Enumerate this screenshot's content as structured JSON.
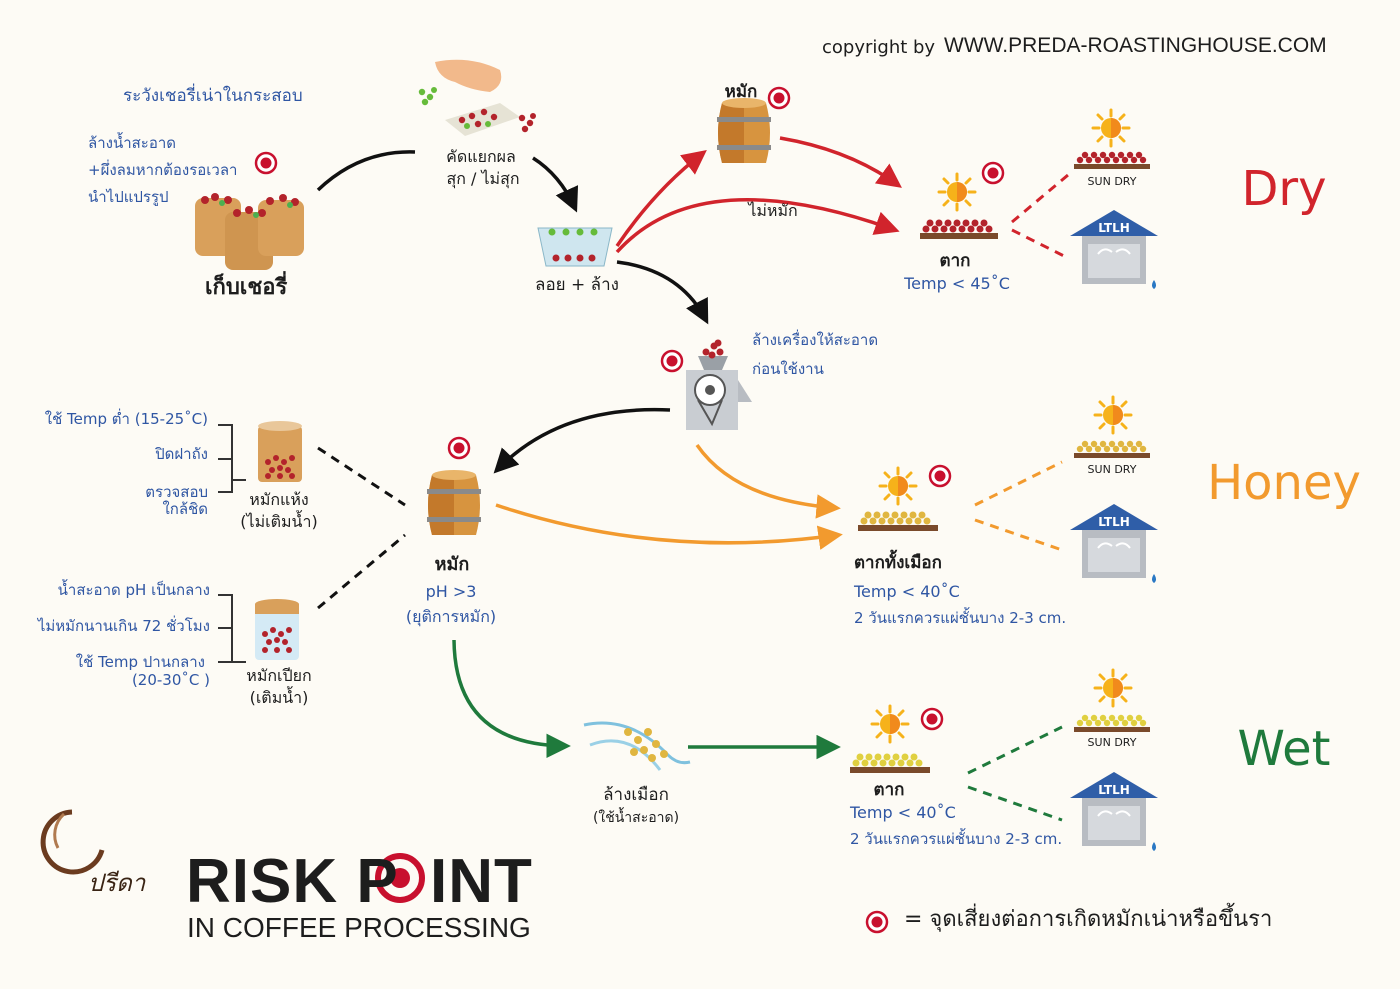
{
  "copyright": "copyright by",
  "website": "WWW.PREDA-ROASTINGHOUSE.COM",
  "colors": {
    "dry": "#d1242c",
    "honey": "#f29a2e",
    "wet": "#1f7a3c",
    "risk": "#c8102e",
    "blue": "#2f56a3",
    "burlap": "#d9a05b"
  },
  "harvest": {
    "warning_title": "ระวังเชอรี่เน่าในกระสอบ",
    "warn1": "ล้างน้ำสะอาด",
    "warn2": "+ผึ่งลมหากต้องรอเวลา",
    "warn3": "นำไปแปรรูป",
    "label": "เก็บเชอรี่"
  },
  "sort": {
    "line1": "คัดแยกผล",
    "line2": "สุก / ไม่สุก"
  },
  "float": {
    "label": "ลอย + ล้าง"
  },
  "dry": {
    "ferment": "หมัก",
    "no_ferment": "ไม่หมัก",
    "drying": "ตาก",
    "temp": "Temp < 45˚C",
    "sun": "SUN DRY",
    "house": "LTLH",
    "title": "Dry"
  },
  "pulper": {
    "line1": "ล้างเครื่องให้สะอาด",
    "line2": "ก่อนใช้งาน"
  },
  "ferment_center": {
    "label": "หมัก",
    "ph": "pH >3",
    "stop": "(ยุติการหมัก)"
  },
  "dry_ferment": {
    "note1": "ใช้ Temp ต่ำ (15-25˚C)",
    "note2": "ปิดฝาถัง",
    "note3a": "ตรวจสอบ",
    "note3b": "ใกล้ชิด",
    "label1": "หมักแห้ง",
    "label2": "(ไม่เติมน้ำ)"
  },
  "wet_ferment": {
    "note1": "น้ำสะอาด pH เป็นกลาง",
    "note2": "ไม่หมักนานเกิน 72 ชั่วโมง",
    "note3a": "ใช้ Temp ปานกลาง",
    "note3b": "(20-30˚C )",
    "label1": "หมักเปียก",
    "label2": "(เติมน้ำ)"
  },
  "honey": {
    "drying": "ตากทั้งเมือก",
    "temp": "Temp < 40˚C",
    "note": "2 วันแรกควรแผ่ชั้นบาง 2-3 cm.",
    "sun": "SUN DRY",
    "house": "LTLH",
    "title": "Honey"
  },
  "wash": {
    "label": "ล้างเมือก",
    "sub": "(ใช้น้ำสะอาด)"
  },
  "wet": {
    "drying": "ตาก",
    "temp": "Temp < 40˚C",
    "note": "2 วันแรกควรแผ่ชั้นบาง 2-3 cm.",
    "sun": "SUN DRY",
    "house": "LTLH",
    "title": "Wet"
  },
  "logo": {
    "script": "ปรีดา"
  },
  "title": {
    "part1": "RISK P",
    "part2": "INT",
    "subtitle": "IN COFFEE PROCESSING"
  },
  "legend": {
    "text": "= จุดเสี่ยงต่อการเกิดหมักเน่าหรือขึ้นรา"
  }
}
